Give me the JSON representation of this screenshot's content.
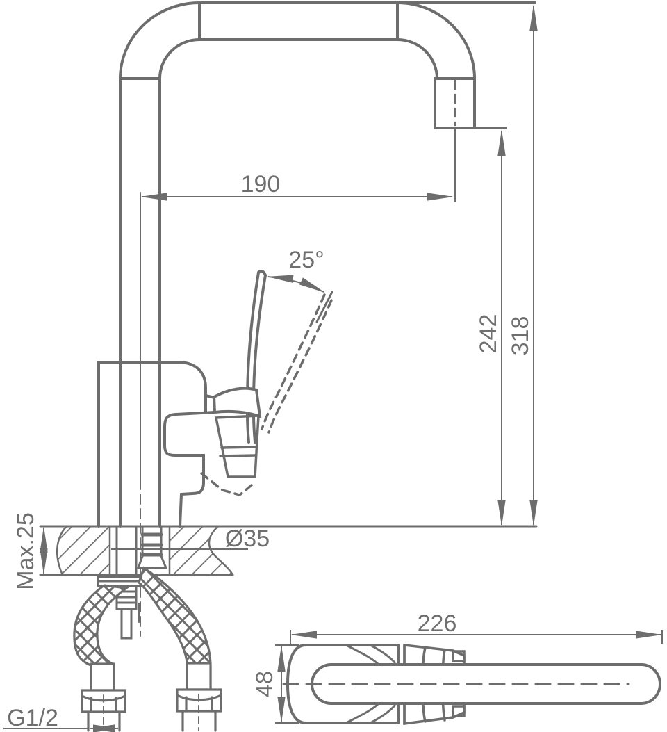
{
  "drawing": {
    "type": "faucet-installation-dimension-drawing",
    "colors": {
      "line": "#6d6d6d",
      "text": "#6f6f6f",
      "background": "#ffffff"
    },
    "dimensions": {
      "spout_reach": "190",
      "handle_angle": "25°",
      "spout_outlet_height": "242",
      "total_height": "318",
      "max_counter_thickness": "Max.25",
      "hole_diameter": "Ø35",
      "thread_size": "G1/2",
      "top_view_length": "226",
      "top_view_width": "48"
    }
  }
}
